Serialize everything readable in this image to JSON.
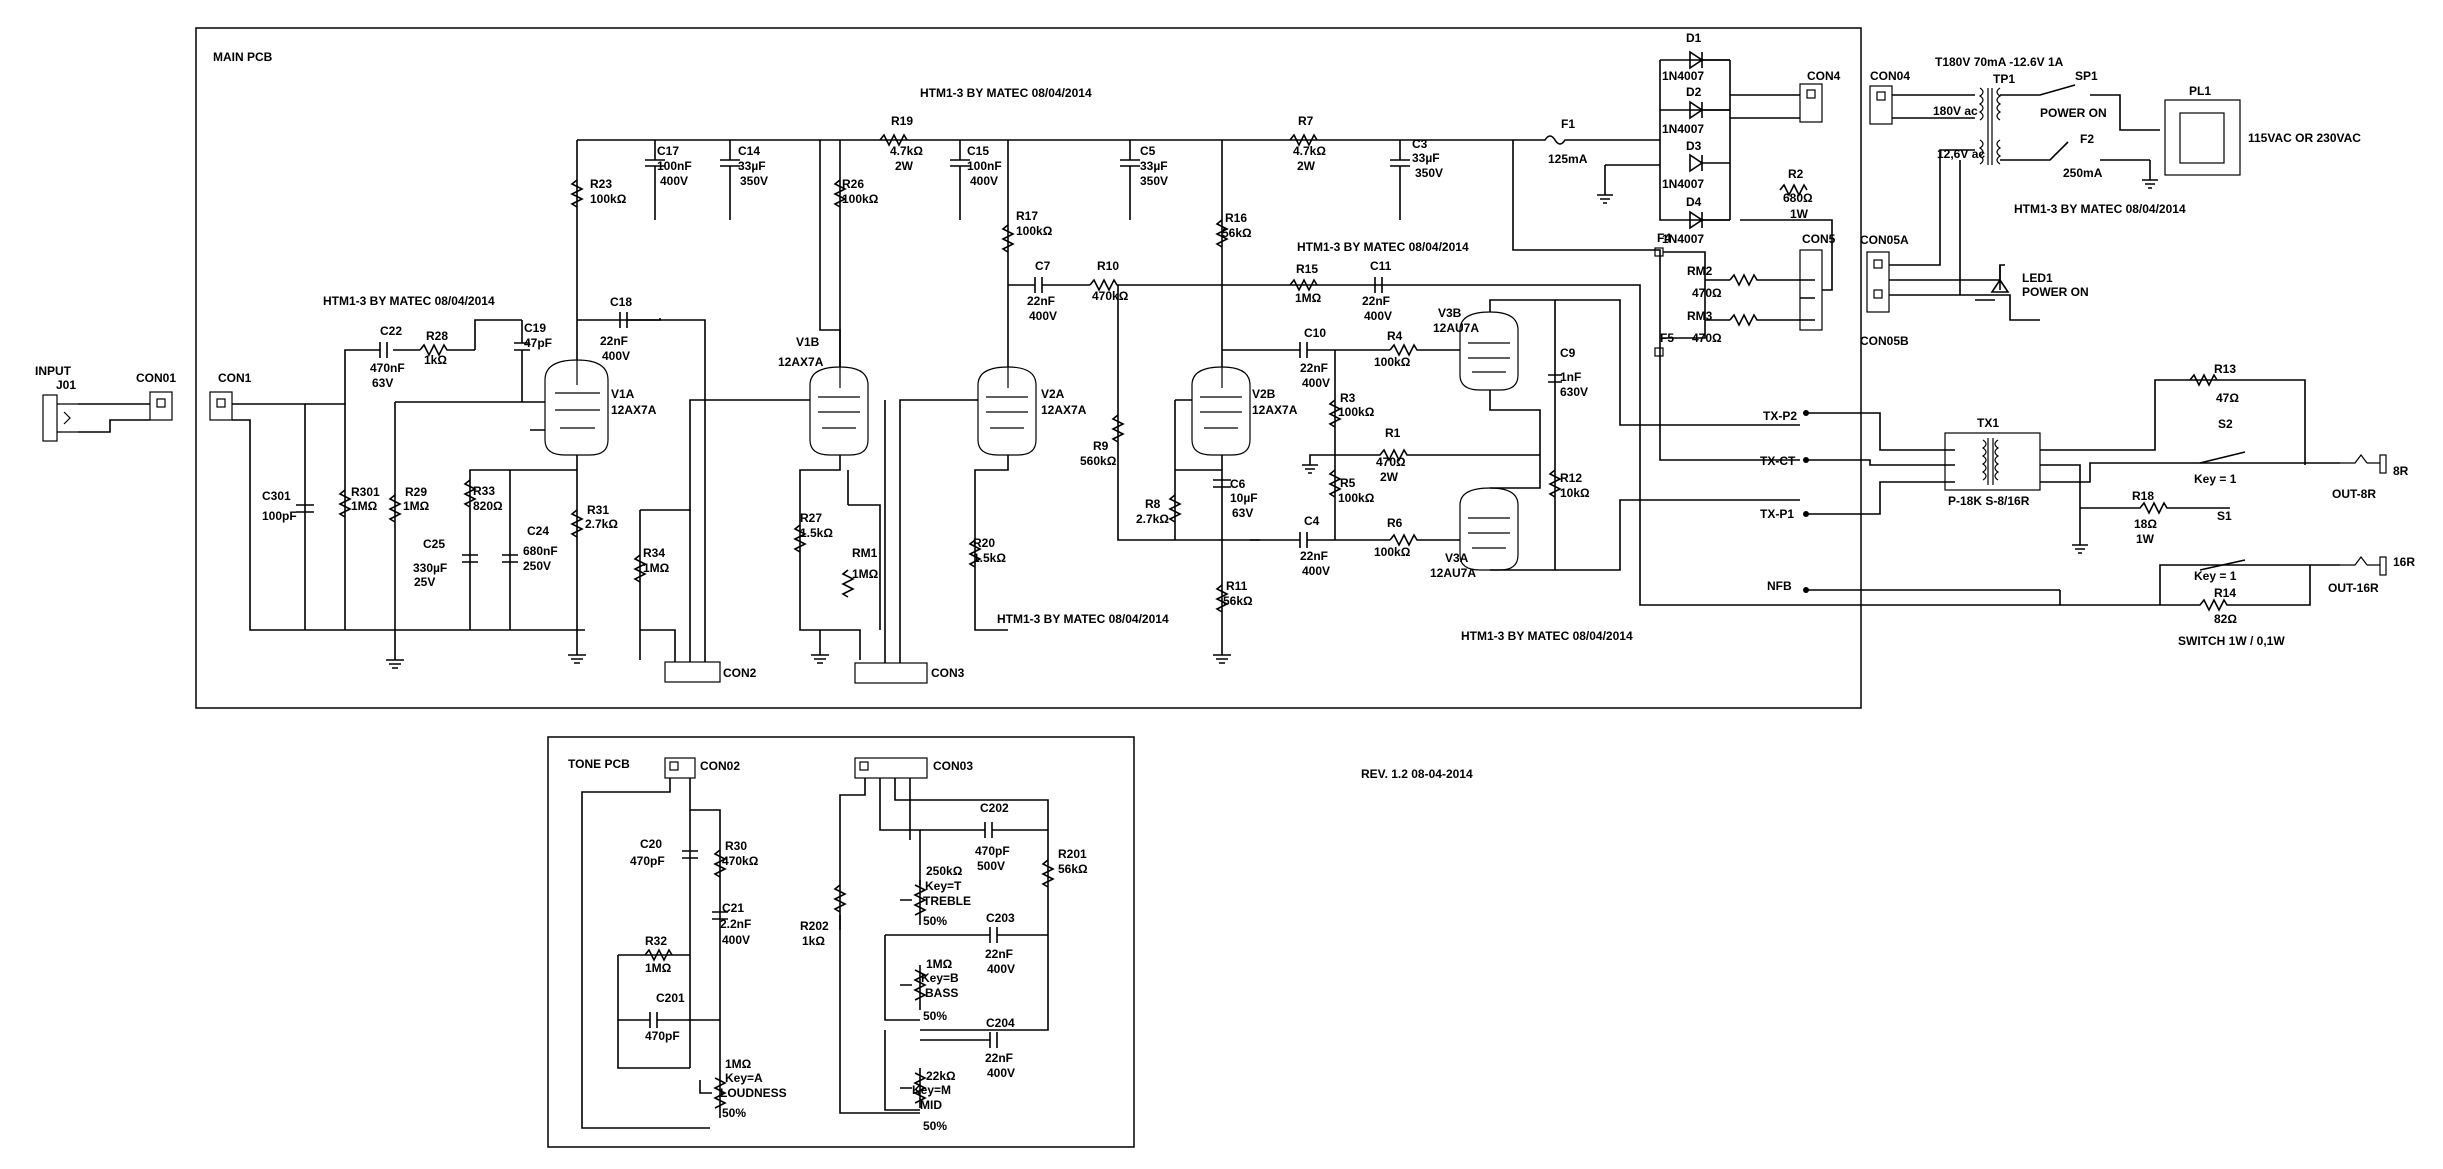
{
  "schematic": {
    "main_pcb_label": "MAIN PCB",
    "tone_pcb_label": "TONE PCB",
    "credit": "HTM1-3 BY MATEC 08/04/2014",
    "revision": "REV. 1.2 08-04-2014",
    "connectors": {
      "input": "INPUT",
      "j01": "J01",
      "con01": "CON01",
      "con1": "CON1",
      "con2": "CON2",
      "con3": "CON3",
      "con4": "CON4",
      "con5": "CON5",
      "con02": "CON02",
      "con03": "CON03",
      "con04": "CON04",
      "con05a": "CON05A",
      "con05b": "CON05B"
    },
    "tubes": {
      "v1a": "V1A",
      "v1a_type": "12AX7A",
      "v1b": "V1B",
      "v1b_type": "12AX7A",
      "v2a": "V2A",
      "v2a_type": "12AX7A",
      "v2b": "V2B",
      "v2b_type": "12AX7A",
      "v3a": "V3A",
      "v3a_type": "12AU7A",
      "v3b": "V3B",
      "v3b_type": "12AU7A"
    },
    "resistors": {
      "r23": "R23",
      "r23_v": "100kΩ",
      "r19": "R19",
      "r19_v": "4.7kΩ",
      "r19_p": "2W",
      "r26": "R26",
      "r26_v": "100kΩ",
      "r7": "R7",
      "r7_v": "4.7kΩ",
      "r7_p": "2W",
      "r17": "R17",
      "r17_v": "100kΩ",
      "r16": "R16",
      "r16_v": "56kΩ",
      "r10": "R10",
      "r10_v": "470kΩ",
      "r15": "R15",
      "r15_v": "1MΩ",
      "r28": "R28",
      "r28_v": "1kΩ",
      "r4": "R4",
      "r4_v": "100kΩ",
      "r3": "R3",
      "r3_v": "100kΩ",
      "r1": "R1",
      "r1_v": "470Ω",
      "r1_p": "2W",
      "r5": "R5",
      "r5_v": "100kΩ",
      "r6": "R6",
      "r6_v": "100kΩ",
      "r9": "R9",
      "r9_v": "560kΩ",
      "r8": "R8",
      "r8_v": "2.7kΩ",
      "r11": "R11",
      "r11_v": "56kΩ",
      "r12": "R12",
      "r12_v": "10kΩ",
      "r301": "R301",
      "r301_v": "1MΩ",
      "r29": "R29",
      "r29_v": "1MΩ",
      "r33": "R33",
      "r33_v": "820Ω",
      "r31": "R31",
      "r31_v": "2.7kΩ",
      "r34": "R34",
      "r34_v": "1MΩ",
      "r27": "R27",
      "r27_v": "1.5kΩ",
      "rm1": "RM1",
      "rm1_v": "1MΩ",
      "r20": "R20",
      "r20_v": "1.5kΩ",
      "r2": "R2",
      "r2_v": "680Ω",
      "r2_p": "1W",
      "rm2": "RM2",
      "rm2_v": "470Ω",
      "rm3": "RM3",
      "rm3_v": "470Ω",
      "r13": "R13",
      "r13_v": "47Ω",
      "r18": "R18",
      "r18_v": "18Ω",
      "r18_p": "1W",
      "r14": "R14",
      "r14_v": "82Ω",
      "r30": "R30",
      "r30_v": "470kΩ",
      "r32": "R32",
      "r32_v": "1MΩ",
      "r202": "R202",
      "r202_v": "1kΩ",
      "r201": "R201",
      "r201_v": "56kΩ"
    },
    "capacitors": {
      "c17": "C17",
      "c17_v": "100nF",
      "c17_r": "400V",
      "c14": "C14",
      "c14_v": "33µF",
      "c14_r": "350V",
      "c15": "C15",
      "c15_v": "100nF",
      "c15_r": "400V",
      "c5": "C5",
      "c5_v": "33µF",
      "c5_r": "350V",
      "c3": "C3",
      "c3_v": "33µF",
      "c3_r": "350V",
      "c22": "C22",
      "c22_v": "470nF",
      "c22_r": "63V",
      "c19": "C19",
      "c19_v": "47pF",
      "c18": "C18",
      "c18_v": "22nF",
      "c18_r": "400V",
      "c7": "C7",
      "c7_v": "22nF",
      "c7_r": "400V",
      "c11": "C11",
      "c11_v": "22nF",
      "c11_r": "400V",
      "c10": "C10",
      "c10_v": "22nF",
      "c10_r": "400V",
      "c9": "C9",
      "c9_v": "1nF",
      "c9_r": "630V",
      "c6": "C6",
      "c6_v": "10µF",
      "c6_r": "63V",
      "c4": "C4",
      "c4_v": "22nF",
      "c4_r": "400V",
      "c301": "C301",
      "c301_v": "100pF",
      "c25": "C25",
      "c25_v": "330µF",
      "c25_r": "25V",
      "c24": "C24",
      "c24_v": "680nF",
      "c24_r": "250V",
      "c20": "C20",
      "c20_v": "470pF",
      "c21": "C21",
      "c21_v": "2.2nF",
      "c21_r": "400V",
      "c201": "C201",
      "c201_v": "470pF",
      "c202": "C202",
      "c202_v": "470pF",
      "c202_r": "500V",
      "c203": "C203",
      "c203_v": "22nF",
      "c203_r": "400V",
      "c204": "C204",
      "c204_v": "22nF",
      "c204_r": "400V"
    },
    "power": {
      "f1": "F1",
      "f1_v": "125mA",
      "f2": "F2",
      "f2_v": "250mA",
      "d1": "D1",
      "d2": "D2",
      "d3": "D3",
      "d4": "D4",
      "diode_type": "1N4007",
      "tp1": "TP1",
      "transformer_spec": "T180V 70mA -12.6V 1A",
      "sec_hv": "180V ac",
      "sec_lv": "12,6V ac",
      "sp1": "SP1",
      "power_on": "POWER ON",
      "pl1": "PL1",
      "mains": "115VAC OR 230VAC",
      "led1": "LED1",
      "led_power_on": "POWER ON",
      "f4": "F4",
      "f5": "F5"
    },
    "output": {
      "tx_p2": "TX-P2",
      "tx_ct": "TX-CT",
      "tx_p1": "TX-P1",
      "nfb": "NFB",
      "tx1": "TX1",
      "tx1_spec": "P-18K S-8/16R",
      "s2": "S2",
      "s1": "S1",
      "key1": "Key = 1",
      "out8": "OUT-8R",
      "out16": "OUT-16R",
      "r8_label": "8R",
      "r16_label": "16R",
      "switch_label": "SWITCH 1W / 0,1W"
    },
    "tone": {
      "pot_loud_v": "1MΩ",
      "pot_loud_key": "Key=A",
      "pot_loud_name": "LOUDNESS",
      "pot_treble_v": "250kΩ",
      "pot_treble_key": "Key=T",
      "pot_treble_name": "TREBLE",
      "pot_bass_v": "1MΩ",
      "pot_bass_key": "Key=B",
      "pot_bass_name": "BASS",
      "pot_mid_v": "22kΩ",
      "pot_mid_key": "Key=M",
      "pot_mid_name": "MID",
      "pot_pos": "50%"
    }
  }
}
